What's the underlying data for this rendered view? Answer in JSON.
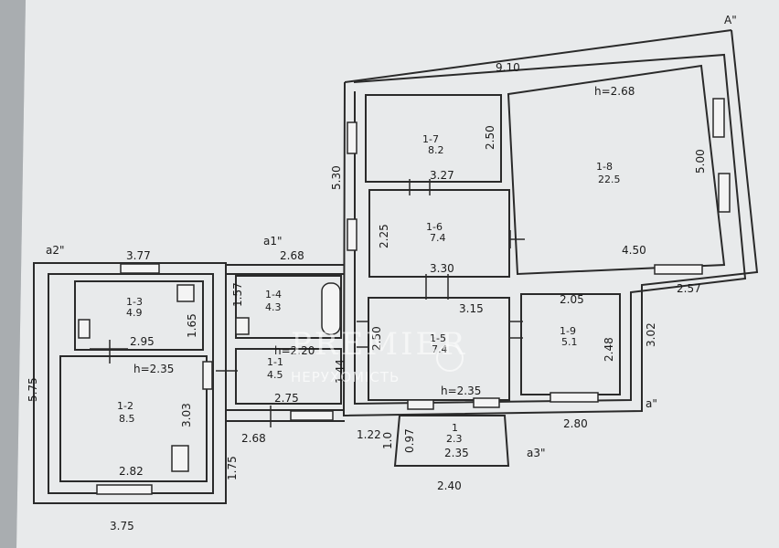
{
  "labels": {
    "corner_a": "A\"",
    "corner_a2": "a2\"",
    "corner_a1": "a1\"",
    "corner_a_small": "a\"",
    "corner_a3": "a3\""
  },
  "rooms": {
    "r1_1": {
      "id": "1-1",
      "area": "4.5"
    },
    "r1_2": {
      "id": "1-2",
      "area": "8.5"
    },
    "r1_3": {
      "id": "1-3",
      "area": "4.9"
    },
    "r1_4": {
      "id": "1-4",
      "area": "4.3"
    },
    "r1_5": {
      "id": "1-5",
      "area": "7.4"
    },
    "r1_6": {
      "id": "1-6",
      "area": "7.4"
    },
    "r1_7": {
      "id": "1-7",
      "area": "8.2"
    },
    "r1_8": {
      "id": "1-8",
      "area": "22.5"
    },
    "r1_9": {
      "id": "1-9",
      "area": "5.1"
    },
    "r1": {
      "id": "1",
      "area": "2.3"
    }
  },
  "heights": {
    "h_main": "h=2.68",
    "h_left": "h=2.35",
    "h_mid": "h=2.20",
    "h_right": "h=2.35"
  },
  "dimensions": {
    "d_9_10": "9.10",
    "d_5_30": "5.30",
    "d_5_00": "5.00",
    "d_2_50": "2.50",
    "d_3_27": "3.27",
    "d_2_25": "2.25",
    "d_3_30": "3.30",
    "d_4_50": "4.50",
    "d_2_57": "2.57",
    "d_3_15": "3.15",
    "d_2_05": "2.05",
    "d_2_48": "2.48",
    "d_3_02": "3.02",
    "d_2_80": "2.80",
    "d_2_50b": "2.50",
    "d_2_68": "2.68",
    "d_3_77": "3.77",
    "d_5_75": "5.75",
    "d_1_65": "1.65",
    "d_2_95": "2.95",
    "d_3_03": "3.03",
    "d_2_82": "2.82",
    "d_3_75": "3.75",
    "d_1_75": "1.75",
    "d_2_68b": "2.68",
    "d_2_75": "2.75",
    "d_1_57": "1.57",
    "d_1_44": "1.44",
    "d_1_22": "1.22",
    "d_1_0": "1.0",
    "d_0_97": "0.97",
    "d_2_35": "2.35",
    "d_2_40": "2.40"
  },
  "watermark": {
    "name": "PREMIER",
    "sub": "НЕРУХОМІСТЬ"
  }
}
